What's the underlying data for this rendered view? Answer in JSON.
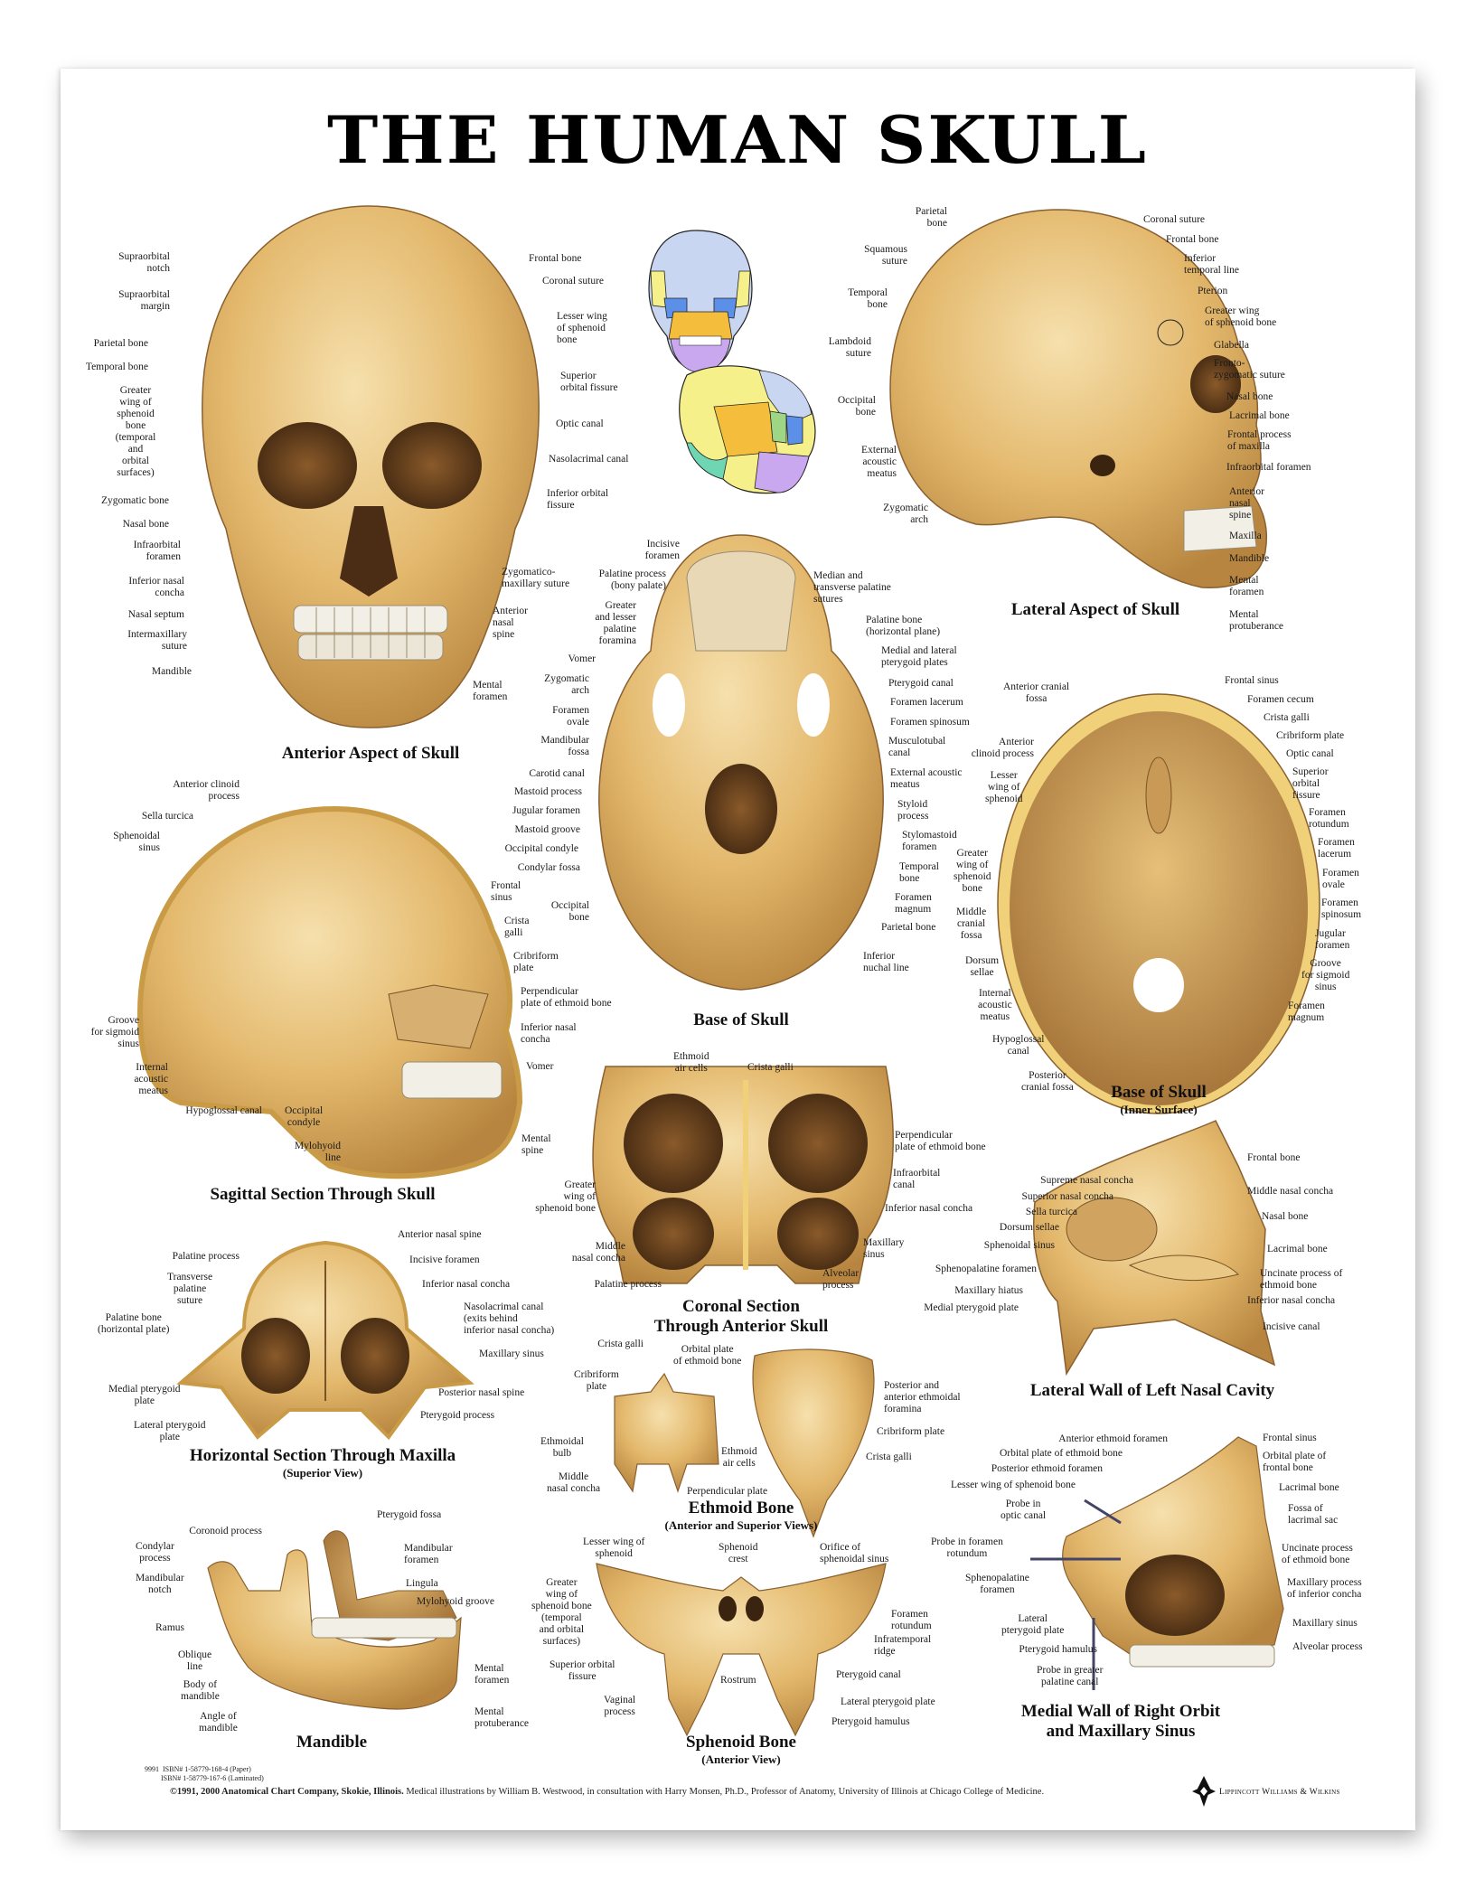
{
  "poster": {
    "title": "THE HUMAN SKULL",
    "colors": {
      "bone_light": "#f0d397",
      "bone_mid": "#dcae62",
      "bone_dark": "#a9783a",
      "cavity": "#6b4521",
      "tooth": "#f2efe6",
      "frontal_blue": "#c9d6f2",
      "parietal_yellow": "#f6f08a",
      "temporal_orange": "#f5bd3c",
      "sphenoid_green": "#9fd685",
      "zygomatic_blue": "#5b8fe8",
      "mandible_purple": "#c9a8ef",
      "occipital_teal": "#6fd6b3",
      "lacrimal_pink": "#e05aa8"
    }
  },
  "panels": {
    "anterior": {
      "caption": "Anterior Aspect of Skull",
      "labels_left": [
        "Supraorbital\nnotch",
        "Supraorbital\nmargin",
        "Parietal bone",
        "Temporal bone",
        "Greater\nwing of\nsphenoid\nbone\n(temporal\nand\norbital\nsurfaces)",
        "Zygomatic bone",
        "Nasal bone",
        "Infraorbital\nforamen",
        "Inferior nasal\nconcha",
        "Nasal septum",
        "Intermaxillary\nsuture",
        "Mandible"
      ],
      "labels_right": [
        "Frontal bone",
        "Coronal suture",
        "Lesser wing\nof sphenoid\nbone",
        "Superior\norbital fissure",
        "Optic canal",
        "Nasolacrimal canal",
        "Inferior orbital\nfissure",
        "Zygomatico-\nmaxillary suture",
        "Anterior\nnasal\nspine",
        "Mental\nforamen"
      ]
    },
    "lateral": {
      "caption": "Lateral Aspect of Skull",
      "labels_left": [
        "Parietal\nbone",
        "Squamous\nsuture",
        "Temporal\nbone",
        "Lambdoid\nsuture",
        "Occipital\nbone",
        "External\nacoustic\nmeatus",
        "Zygomatic\narch"
      ],
      "labels_right": [
        "Coronal suture",
        "Frontal bone",
        "Inferior\ntemporal line",
        "Pterion",
        "Greater wing\nof sphenoid bone",
        "Glabella",
        "Fronto-\nzygomatic suture",
        "Nasal bone",
        "Lacrimal bone",
        "Frontal process\nof maxilla",
        "Infraorbital foramen",
        "Anterior\nnasal\nspine",
        "Maxilla",
        "Mandible",
        "Mental\nforamen",
        "Mental\nprotuberance"
      ]
    },
    "base": {
      "caption": "Base of Skull",
      "labels_left": [
        "Incisive\nforamen",
        "Palatine process\n(bony palate)",
        "Greater\nand lesser\npalatine\nforamina",
        "Vomer",
        "Zygomatic\narch",
        "Foramen\novale",
        "Mandibular\nfossa",
        "Carotid canal",
        "Mastoid process",
        "Jugular foramen",
        "Mastoid groove",
        "Occipital condyle",
        "Condylar fossa",
        "Occipital\nbone"
      ],
      "labels_right": [
        "Median and\ntransverse palatine\nsutures",
        "Palatine bone\n(horizontal plane)",
        "Medial and lateral\npterygoid plates",
        "Pterygoid canal",
        "Foramen lacerum",
        "Foramen spinosum",
        "Musculotubal\ncanal",
        "External acoustic\nmeatus",
        "Styloid\nprocess",
        "Stylomastoid\nforamen",
        "Temporal\nbone",
        "Foramen\nmagnum",
        "Parietal bone",
        "Inferior\nnuchal line"
      ]
    },
    "inner_base": {
      "caption": "Base of Skull",
      "subcaption": "(Inner Surface)",
      "labels_left": [
        "Anterior cranial\nfossa",
        "Anterior\nclinoid process",
        "Lesser\nwing of\nsphenoid",
        "Greater\nwing of\nsphenoid\nbone",
        "Middle\ncranial\nfossa",
        "Dorsum\nsellae",
        "Internal\nacoustic\nmeatus",
        "Hypoglossal\ncanal",
        "Posterior\ncranial fossa"
      ],
      "labels_right": [
        "Frontal sinus",
        "Foramen cecum",
        "Crista galli",
        "Cribriform plate",
        "Optic canal",
        "Superior\norbital\nfissure",
        "Foramen\nrotundum",
        "Foramen\nlacerum",
        "Foramen\novale",
        "Foramen\nspinosum",
        "Jugular\nforamen",
        "Groove\nfor sigmoid\nsinus",
        "Foramen\nmagnum"
      ]
    },
    "sagittal": {
      "caption": "Sagittal Section Through Skull",
      "labels_left": [
        "Anterior clinoid\nprocess",
        "Sella turcica",
        "Sphenoidal\nsinus",
        "Groove\nfor sigmoid\nsinus",
        "Internal\nacoustic\nmeatus",
        "Hypoglossal canal",
        "Occipital\ncondyle",
        "Mylohyoid\nline"
      ],
      "labels_right": [
        "Frontal\nsinus",
        "Crista\ngalli",
        "Cribriform\nplate",
        "Perpendicular\nplate of ethmoid bone",
        "Inferior nasal\nconcha",
        "Vomer",
        "Mental\nspine"
      ]
    },
    "coronal": {
      "caption": "Coronal Section",
      "caption2": "Through Anterior Skull",
      "labels_left": [
        "Ethmoid\nair cells",
        "Greater\nwing of\nsphenoid bone",
        "Middle\nnasal concha",
        "Palatine process"
      ],
      "labels_right": [
        "Crista galli",
        "Perpendicular\nplate of ethmoid bone",
        "Infraorbital\ncanal",
        "Inferior nasal concha",
        "Maxillary\nsinus",
        "Alveolar\nprocess"
      ]
    },
    "nasal_wall": {
      "caption": "Lateral Wall of Left Nasal Cavity",
      "labels_left": [
        "Supreme nasal concha",
        "Superior nasal concha",
        "Sella turcica",
        "Dorsum sellae",
        "Sphenoidal sinus",
        "Sphenopalatine foramen",
        "Maxillary hiatus",
        "Medial pterygoid plate"
      ],
      "labels_right": [
        "Frontal bone",
        "Middle nasal concha",
        "Nasal bone",
        "Lacrimal bone",
        "Uncinate process of\nethmoid bone",
        "Inferior nasal concha",
        "Incisive canal"
      ]
    },
    "maxilla": {
      "caption": "Horizontal Section Through Maxilla",
      "subcaption": "(Superior View)",
      "labels_left": [
        "Palatine process",
        "Transverse\npalatine\nsuture",
        "Palatine bone\n(horizontal plate)",
        "Medial pterygoid\nplate",
        "Lateral pterygoid\nplate"
      ],
      "labels_right": [
        "Anterior nasal spine",
        "Incisive foramen",
        "Inferior nasal concha",
        "Nasolacrimal canal\n(exits behind\ninferior nasal concha)",
        "Maxillary sinus",
        "Posterior nasal spine",
        "Pterygoid process"
      ]
    },
    "ethmoid": {
      "caption": "Ethmoid Bone",
      "subcaption": "(Anterior and Superior Views)",
      "labels_left": [
        "Crista galli",
        "Cribriform\nplate",
        "Ethmoidal\nbulb",
        "Middle\nnasal concha"
      ],
      "labels_center": [
        "Orbital plate\nof ethmoid bone",
        "Ethmoid\nair cells",
        "Perpendicular plate"
      ],
      "labels_right": [
        "Posterior and\nanterior ethmoidal\nforamina",
        "Cribriform plate",
        "Crista galli"
      ]
    },
    "mandible": {
      "caption": "Mandible",
      "labels_left": [
        "Coronoid process",
        "Condylar\nprocess",
        "Mandibular\nnotch",
        "Ramus",
        "Oblique\nline",
        "Body of\nmandible",
        "Angle of\nmandible"
      ],
      "labels_right": [
        "Pterygoid fossa",
        "Mandibular\nforamen",
        "Lingula",
        "Mylohyoid groove",
        "Mental\nforamen",
        "Mental\nprotuberance"
      ]
    },
    "sphenoid": {
      "caption": "Sphenoid Bone",
      "subcaption": "(Anterior View)",
      "labels_left": [
        "Lesser wing of\nsphenoid",
        "Greater\nwing of\nsphenoid bone\n(temporal\nand orbital\nsurfaces)",
        "Superior orbital\nfissure",
        "Vaginal\nprocess"
      ],
      "labels_center": [
        "Sphenoid\ncrest",
        "Rostrum"
      ],
      "labels_right": [
        "Orifice of\nsphenoidal sinus",
        "Foramen\nrotundum",
        "Infratemporal\nridge",
        "Pterygoid canal",
        "Lateral pterygoid plate",
        "Pterygoid hamulus"
      ]
    },
    "medial_orbit": {
      "caption": "Medial Wall of Right Orbit",
      "caption2": "and Maxillary Sinus",
      "labels_left": [
        "Anterior ethmoid foramen",
        "Orbital plate of ethmoid bone",
        "Posterior ethmoid foramen",
        "Lesser wing of sphenoid bone",
        "Probe in\noptic canal",
        "Probe in foramen\nrotundum",
        "Sphenopalatine\nforamen",
        "Lateral\npterygoid plate",
        "Pterygoid hamulus",
        "Probe in greater\npalatine canal"
      ],
      "labels_right": [
        "Frontal sinus",
        "Orbital plate of\nfrontal bone",
        "Lacrimal bone",
        "Fossa of\nlacrimal sac",
        "Uncinate process\nof ethmoid bone",
        "Maxillary process\nof inferior concha",
        "Maxillary sinus",
        "Alveolar process"
      ]
    }
  },
  "footer": {
    "isbn": "9991  ISBN# 1-58779-168-4 (Paper)\n         ISBN# 1-58779-167-6 (Laminated)",
    "copyright_bold": "©1991, 2000 Anatomical Chart Company, Skokie, Illinois.",
    "credit": " Medical illustrations by William B. Westwood, in consultation with Harry Monsen, Ph.D., Professor of Anatomy, University of Illinois at Chicago College of Medicine.",
    "publisher": "Lippincott Williams & Wilkins"
  }
}
